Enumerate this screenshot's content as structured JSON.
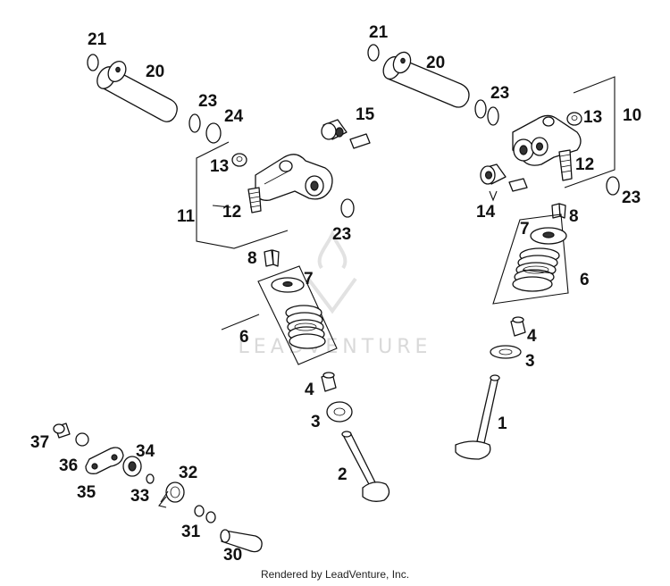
{
  "watermark": {
    "text": "LEADVENTURE"
  },
  "callouts": [
    {
      "id": "c-21-left",
      "text": "21"
    },
    {
      "id": "c-20-left",
      "text": "20"
    },
    {
      "id": "c-23-left-a",
      "text": "23"
    },
    {
      "id": "c-24",
      "text": "24"
    },
    {
      "id": "c-15",
      "text": "15"
    },
    {
      "id": "c-13-left",
      "text": "13"
    },
    {
      "id": "c-11",
      "text": "11"
    },
    {
      "id": "c-12-left",
      "text": "12"
    },
    {
      "id": "c-23-left-b",
      "text": "23"
    },
    {
      "id": "c-8-left",
      "text": "8"
    },
    {
      "id": "c-7-left",
      "text": "7"
    },
    {
      "id": "c-6-left",
      "text": "6"
    },
    {
      "id": "c-4-left",
      "text": "4"
    },
    {
      "id": "c-3-left",
      "text": "3"
    },
    {
      "id": "c-2",
      "text": "2"
    },
    {
      "id": "c-21-right",
      "text": "21"
    },
    {
      "id": "c-20-right",
      "text": "20"
    },
    {
      "id": "c-23-right-a",
      "text": "23"
    },
    {
      "id": "c-13-right",
      "text": "13"
    },
    {
      "id": "c-10",
      "text": "10"
    },
    {
      "id": "c-12-right",
      "text": "12"
    },
    {
      "id": "c-23-right-b",
      "text": "23"
    },
    {
      "id": "c-14",
      "text": "14"
    },
    {
      "id": "c-7-right",
      "text": "7"
    },
    {
      "id": "c-8-right",
      "text": "8"
    },
    {
      "id": "c-6-right",
      "text": "6"
    },
    {
      "id": "c-4-right",
      "text": "4"
    },
    {
      "id": "c-3-right",
      "text": "3"
    },
    {
      "id": "c-1",
      "text": "1"
    },
    {
      "id": "c-37",
      "text": "37"
    },
    {
      "id": "c-36",
      "text": "36"
    },
    {
      "id": "c-34",
      "text": "34"
    },
    {
      "id": "c-35",
      "text": "35"
    },
    {
      "id": "c-33",
      "text": "33"
    },
    {
      "id": "c-32",
      "text": "32"
    },
    {
      "id": "c-31",
      "text": "31"
    },
    {
      "id": "c-30",
      "text": "30"
    }
  ],
  "footer": {
    "text": "Rendered by LeadVenture, Inc."
  }
}
